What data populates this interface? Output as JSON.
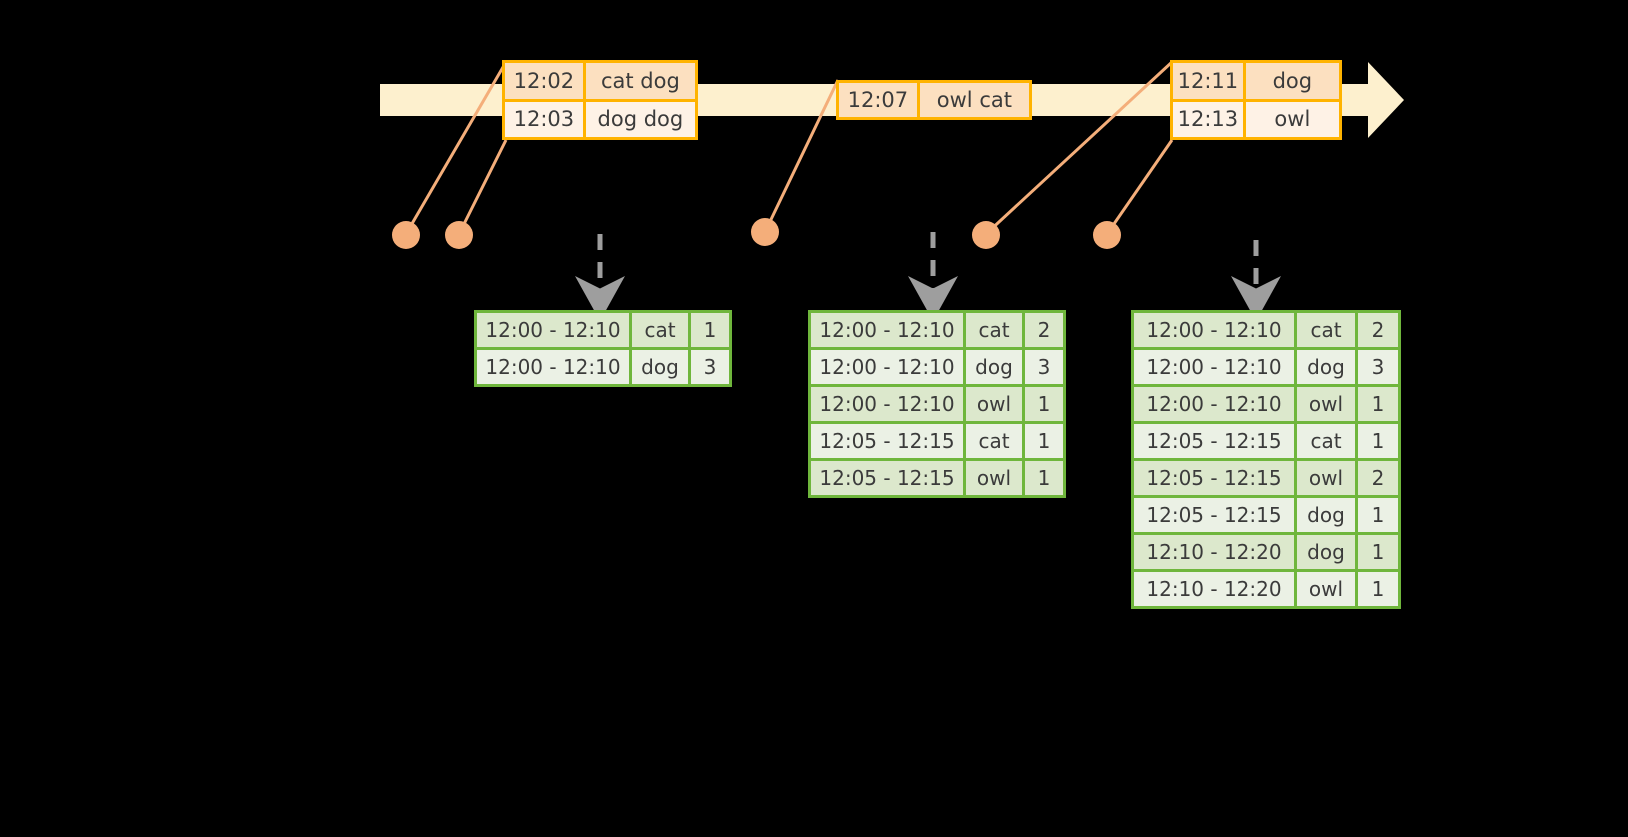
{
  "timeline": {
    "name": "event-stream-timeline",
    "direction": "left-to-right",
    "bar_color": "#FDF0CE",
    "accent_color": "#FFB300"
  },
  "events": [
    {
      "id": "event-group-1",
      "rows": [
        {
          "time": "12:02",
          "value": "cat dog"
        },
        {
          "time": "12:03",
          "value": "dog dog"
        }
      ]
    },
    {
      "id": "event-group-2",
      "rows": [
        {
          "time": "12:07",
          "value": "owl cat"
        }
      ]
    },
    {
      "id": "event-group-3",
      "rows": [
        {
          "time": "12:11",
          "value": "dog"
        },
        {
          "time": "12:13",
          "value": "owl"
        }
      ]
    }
  ],
  "markers": [
    {
      "id": "marker-1",
      "color": "#F4AE7A"
    },
    {
      "id": "marker-2",
      "color": "#F4AE7A"
    },
    {
      "id": "marker-3",
      "color": "#F4AE7A"
    },
    {
      "id": "marker-4",
      "color": "#F4AE7A"
    },
    {
      "id": "marker-5",
      "color": "#F4AE7A"
    }
  ],
  "tables": [
    {
      "id": "aggregate-table-1",
      "border_color": "#6FB63C",
      "rows": [
        {
          "window": "12:00 - 12:10",
          "key": "cat",
          "count": "1"
        },
        {
          "window": "12:00 - 12:10",
          "key": "dog",
          "count": "3"
        }
      ]
    },
    {
      "id": "aggregate-table-2",
      "border_color": "#6FB63C",
      "rows": [
        {
          "window": "12:00 - 12:10",
          "key": "cat",
          "count": "2"
        },
        {
          "window": "12:00 - 12:10",
          "key": "dog",
          "count": "3"
        },
        {
          "window": "12:00 - 12:10",
          "key": "owl",
          "count": "1"
        },
        {
          "window": "12:05 - 12:15",
          "key": "cat",
          "count": "1"
        },
        {
          "window": "12:05 - 12:15",
          "key": "owl",
          "count": "1"
        }
      ]
    },
    {
      "id": "aggregate-table-3",
      "border_color": "#6FB63C",
      "rows": [
        {
          "window": "12:00 - 12:10",
          "key": "cat",
          "count": "2"
        },
        {
          "window": "12:00 - 12:10",
          "key": "dog",
          "count": "3"
        },
        {
          "window": "12:00 - 12:10",
          "key": "owl",
          "count": "1"
        },
        {
          "window": "12:05 - 12:15",
          "key": "cat",
          "count": "1"
        },
        {
          "window": "12:05 - 12:15",
          "key": "owl",
          "count": "2"
        },
        {
          "window": "12:05 - 12:15",
          "key": "dog",
          "count": "1"
        },
        {
          "window": "12:10 - 12:20",
          "key": "dog",
          "count": "1"
        },
        {
          "window": "12:10 - 12:20",
          "key": "owl",
          "count": "1"
        }
      ]
    }
  ]
}
